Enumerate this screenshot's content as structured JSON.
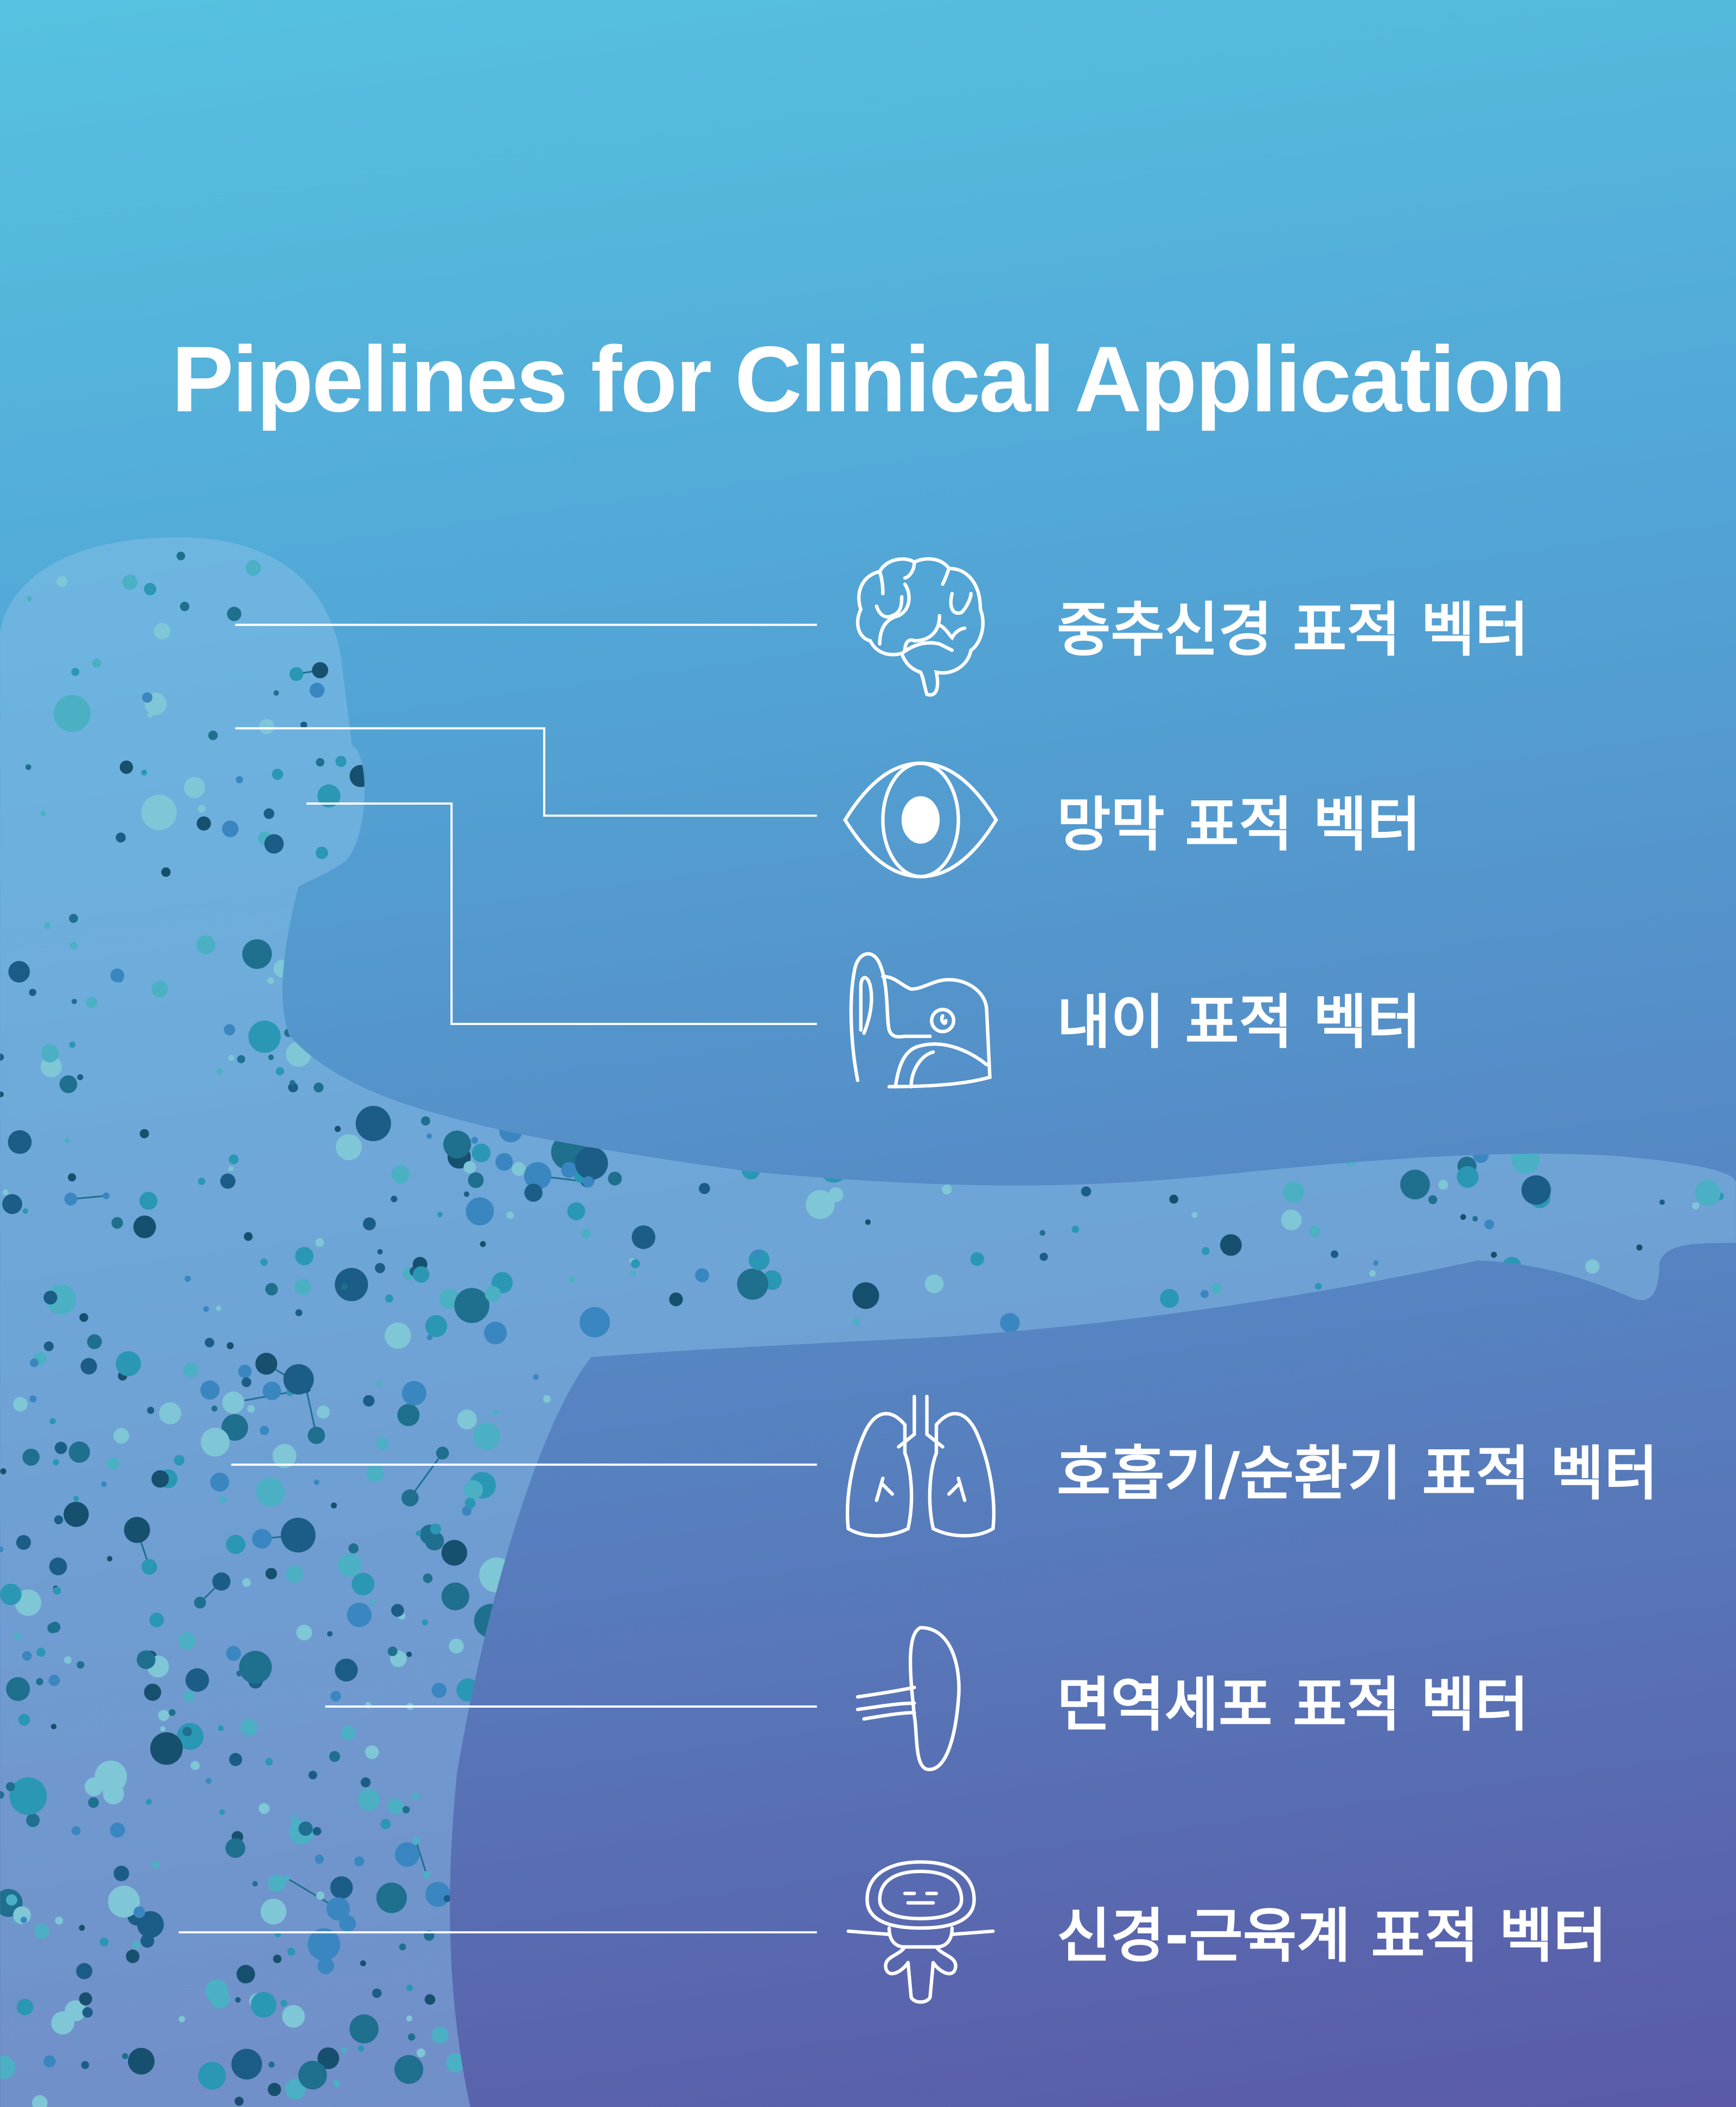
{
  "title": "Pipelines for Clinical Application",
  "colors": {
    "bg_top": "#57c2e1",
    "bg_bottom": "#5a5aa6",
    "line": "#ffffff"
  },
  "items": [
    {
      "label": "중추신경 표적 벡터",
      "icon": "brain-icon"
    },
    {
      "label": "망막 표적 벡터",
      "icon": "eye-icon"
    },
    {
      "label": "내이 표적 벡터",
      "icon": "inner-ear-icon"
    },
    {
      "label": "호흡기/순환기 표적 벡터",
      "icon": "lungs-icon"
    },
    {
      "label": "면역세포 표적 벡터",
      "icon": "spleen-icon"
    },
    {
      "label": "신경-근육계 표적 벡터",
      "icon": "spine-vertebra-icon"
    }
  ]
}
